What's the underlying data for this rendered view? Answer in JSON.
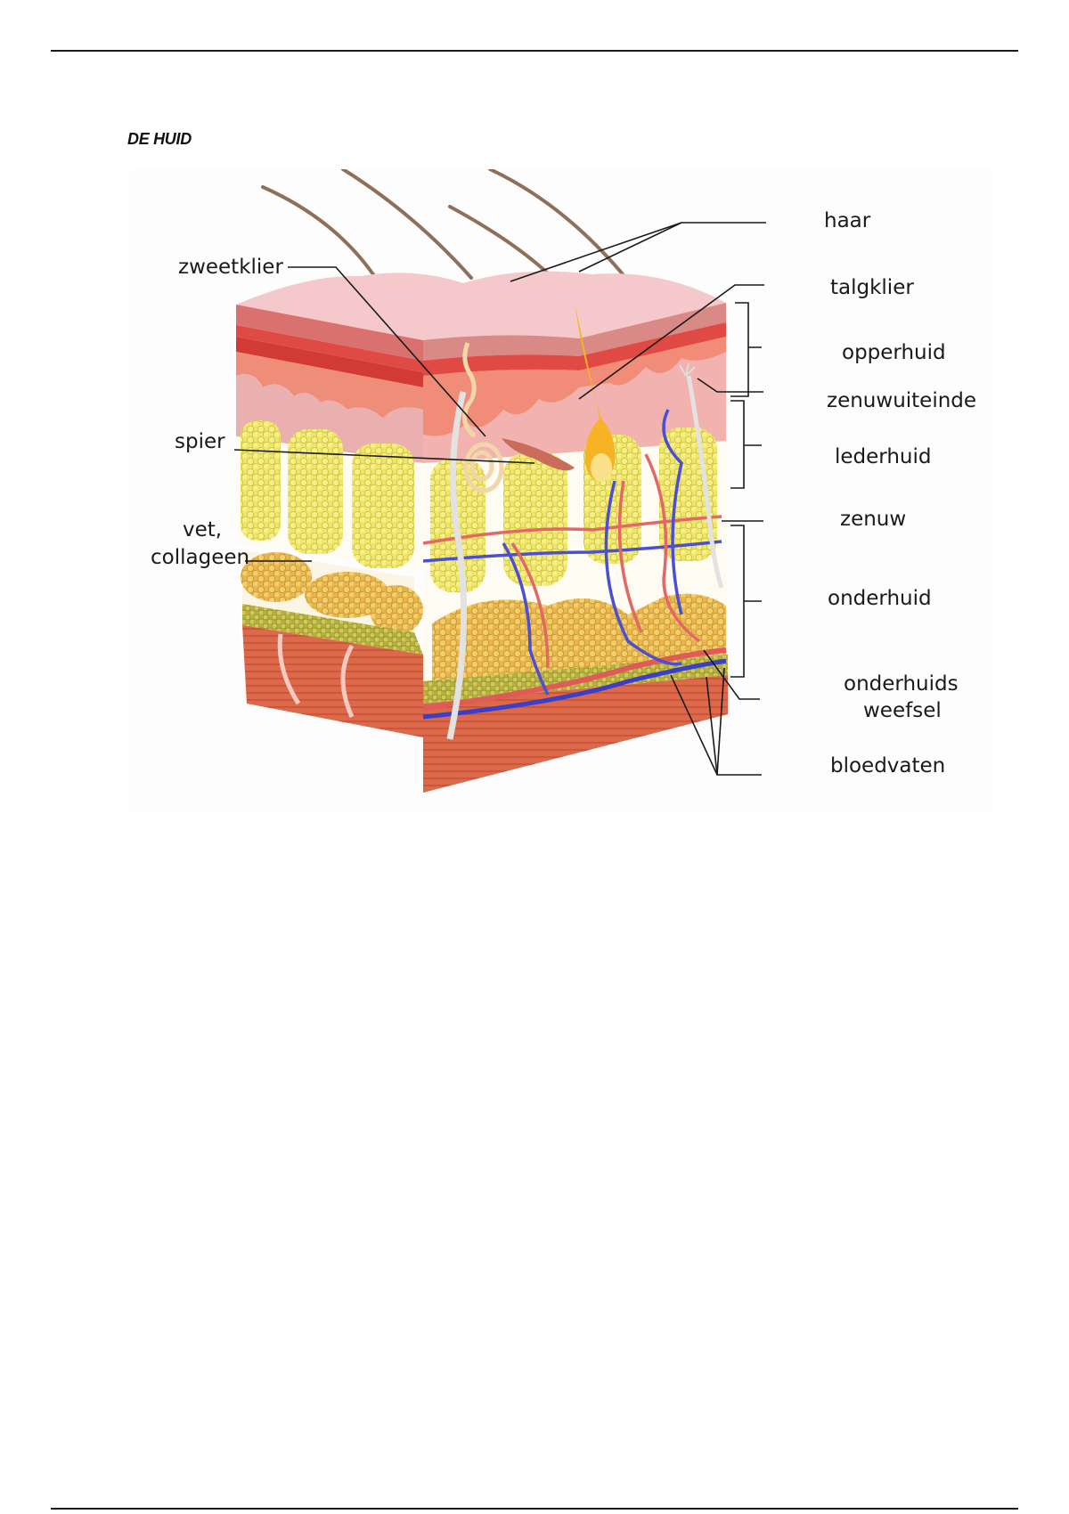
{
  "page": {
    "heading": "DE HUID"
  },
  "diagram": {
    "labels": {
      "zweetklier": "zweetklier",
      "haar": "haar",
      "talgklier": "talgklier",
      "opperhuid": "opperhuid",
      "zenuwuiteinde": "zenuwuiteinde",
      "spier": "spier",
      "lederhuid": "lederhuid",
      "vet_line1": "vet,",
      "vet_line2": "collageen",
      "zenuw": "zenuw",
      "onderhuid": "onderhuid",
      "onderhuids_line1": "onderhuids",
      "onderhuids_line2": "weefsel",
      "bloedvaten": "bloedvaten"
    },
    "colors": {
      "epidermis": "#f3c3c6",
      "dermis_red": "#d9363b",
      "dermis": "#f08f7a",
      "fat": "#e8df5a",
      "fat_orange": "#e6b04a",
      "muscle": "#d95f3f",
      "artery": "#e05a5a",
      "vein": "#3a3fc8",
      "nerve": "#dcdcdc",
      "hair": "#8a6a55",
      "sebaceous": "#f5b21e"
    }
  }
}
